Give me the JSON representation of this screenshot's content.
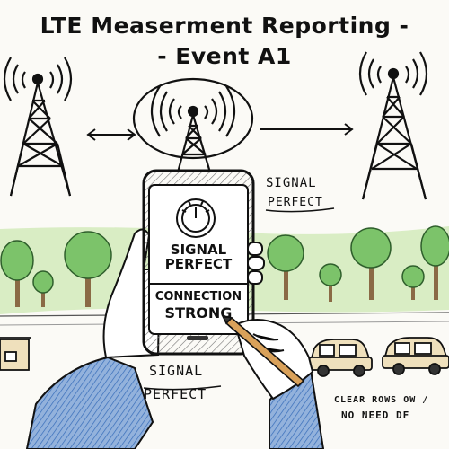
{
  "title": {
    "line1": "LTE Measerment Reporting -",
    "line2": "- Event A1"
  },
  "phone": {
    "screen_top": "SIGNAL",
    "screen_top2": "PERFECT",
    "screen_bottom": "CONNECTION",
    "screen_bottom2": "STRONG"
  },
  "labels": {
    "right_signal": "SIGNAL",
    "right_perfect": "PERFECT",
    "bottom_signal": "SIGNAL",
    "bottom_perfect": "PERFECT",
    "note_line1": "CLEAR ROWS OW /",
    "note_line2": "NO NEED DF"
  },
  "colors": {
    "ink": "#111111",
    "tree_green": "#7cc36a",
    "tree_dark": "#4e9a45",
    "trunk": "#8a6a45",
    "grass": "#cfe6b5",
    "sleeve": "#3f78c8",
    "car": "#efe0bc",
    "pencil": "#d9a15a"
  }
}
